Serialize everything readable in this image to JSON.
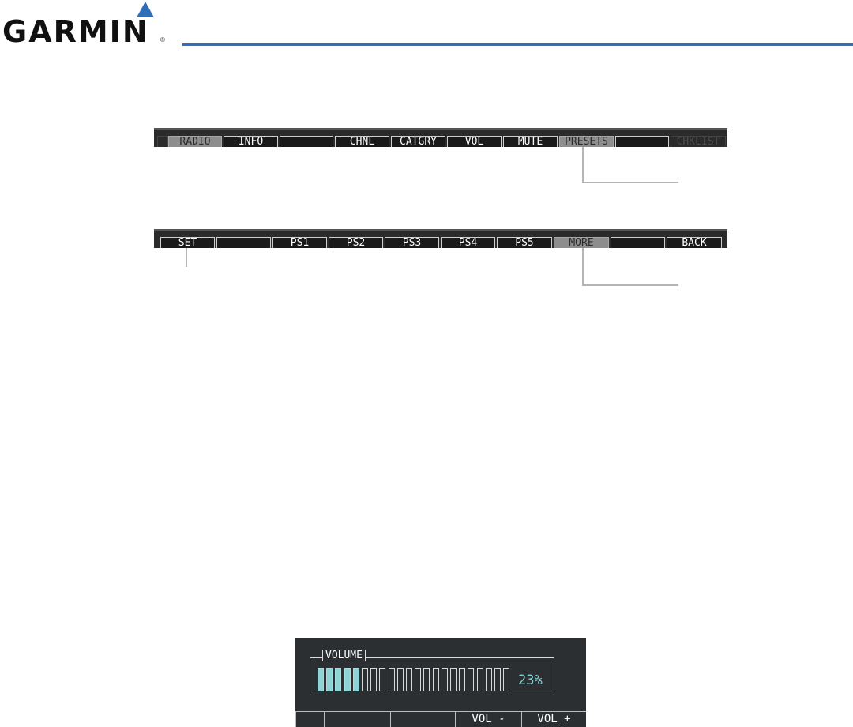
{
  "header": {
    "logo_text": "GARMIN",
    "logo_mark": "®",
    "logo_triangle_icon": "triangle-up-icon",
    "accent_color": "#2f6fb8"
  },
  "softkeys_level1": [
    "",
    "RADIO",
    "INFO",
    "",
    "CHNL",
    "CATGRY",
    "VOL",
    "MUTE",
    "PRESETS",
    "",
    "CHKLIST"
  ],
  "softkeys_level2": [
    "SET",
    "",
    "PS1",
    "PS2",
    "PS3",
    "PS4",
    "PS5",
    "MORE",
    "",
    "BACK"
  ],
  "volume_window": {
    "label": "VOLUME",
    "percent_text": "23%",
    "level": 0.23,
    "segments_total": 22,
    "segments_lit": 5,
    "softkeys": [
      "",
      "",
      "",
      "VOL -",
      "VOL +"
    ]
  }
}
